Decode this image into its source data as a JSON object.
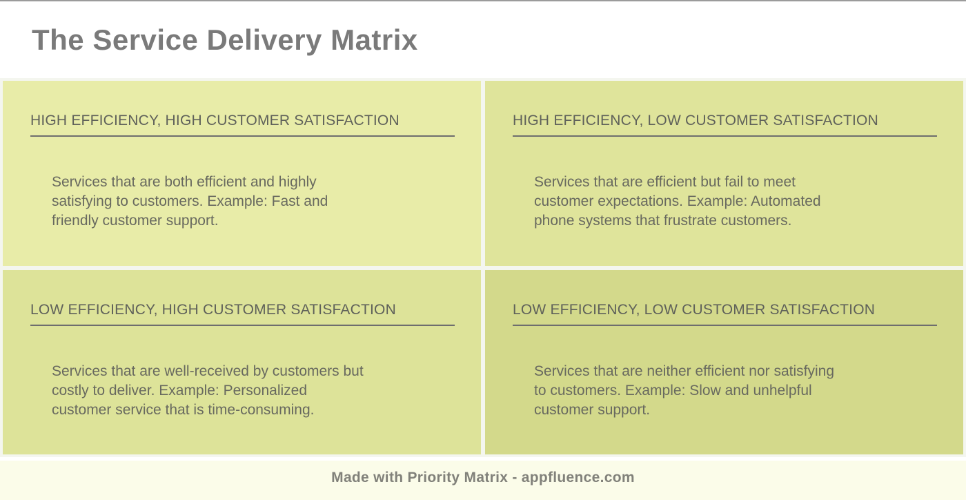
{
  "page": {
    "title": "The Service Delivery Matrix",
    "footer_text": "Made with Priority Matrix - appfluence.com"
  },
  "colors": {
    "gap_background": "#f4f6ef",
    "footer_background": "#fbfce9",
    "title_text": "#7a7a7a",
    "label_text": "#5f615a",
    "body_text": "#68695f",
    "label_underline": "#6e6e6e"
  },
  "quadrants": [
    {
      "position": "top-left",
      "label": "HIGH EFFICIENCY, HIGH CUSTOMER SATISFACTION",
      "description": "Services that are both efficient and highly\nsatisfying to customers. Example: Fast and\nfriendly customer support.",
      "bg": "#e8eca8"
    },
    {
      "position": "top-right",
      "label": "HIGH EFFICIENCY, LOW CUSTOMER SATISFACTION",
      "description": "Services that are efficient but fail to meet\ncustomer expectations. Example: Automated\nphone systems that frustrate customers.",
      "bg": "#dfe49b"
    },
    {
      "position": "bottom-left",
      "label": "LOW EFFICIENCY, HIGH CUSTOMER SATISFACTION",
      "description": "Services that are well-received by customers but\ncostly to deliver. Example: Personalized\ncustomer service that is time-consuming.",
      "bg": "#dde399"
    },
    {
      "position": "bottom-right",
      "label": "LOW EFFICIENCY, LOW CUSTOMER SATISFACTION",
      "description": "Services that are neither efficient nor satisfying\nto customers. Example: Slow and unhelpful\ncustomer support.",
      "bg": "#d3d98b"
    }
  ]
}
